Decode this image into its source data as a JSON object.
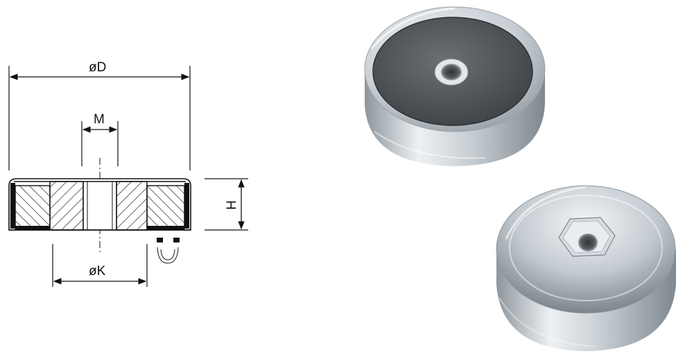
{
  "labels": {
    "outer_diameter": "øD",
    "thread": "M",
    "height": "H",
    "counterbore_diameter": "øK"
  },
  "colors": {
    "line": "#111111",
    "steel_light": "#e8ecef",
    "steel_mid": "#b9c0c6",
    "steel_dark": "#7d868d",
    "magnet": "#4b4f52"
  }
}
